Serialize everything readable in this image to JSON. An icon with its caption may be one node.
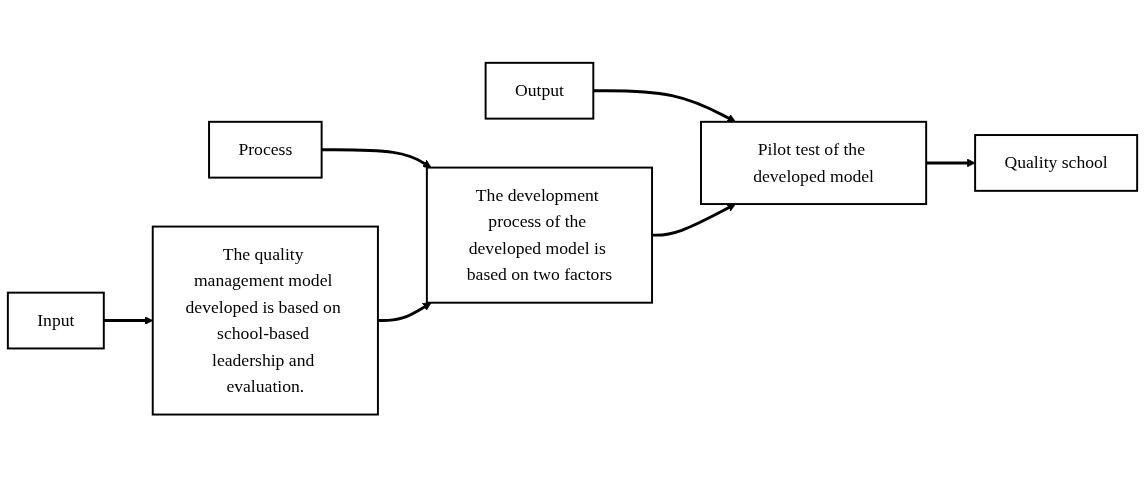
{
  "diagram": {
    "nodes": [
      {
        "text": [
          "Input"
        ]
      },
      {
        "text": [
          "Process"
        ]
      },
      {
        "text": [
          "Output"
        ]
      },
      {
        "text": [
          "The quality management model developed is based on school-based leadership and evaluation."
        ]
      },
      {
        "text": [
          "The development process of the developed model is based on two factors"
        ]
      },
      {
        "text": [
          "Pilot test of the developed model"
        ]
      },
      {
        "text": [
          "Quality school"
        ]
      }
    ],
    "edges": [
      {
        "from": 0,
        "to": 3,
        "arrow": "to"
      },
      {
        "from": 1,
        "to": 4,
        "arrow": "to"
      },
      {
        "from": 2,
        "to": 5,
        "arrow": "to"
      },
      {
        "from": 3,
        "to": 4,
        "arrow": "to"
      },
      {
        "from": 4,
        "to": 5,
        "arrow": "to"
      },
      {
        "from": 5,
        "to": 6,
        "arrow": "to"
      }
    ]
  }
}
